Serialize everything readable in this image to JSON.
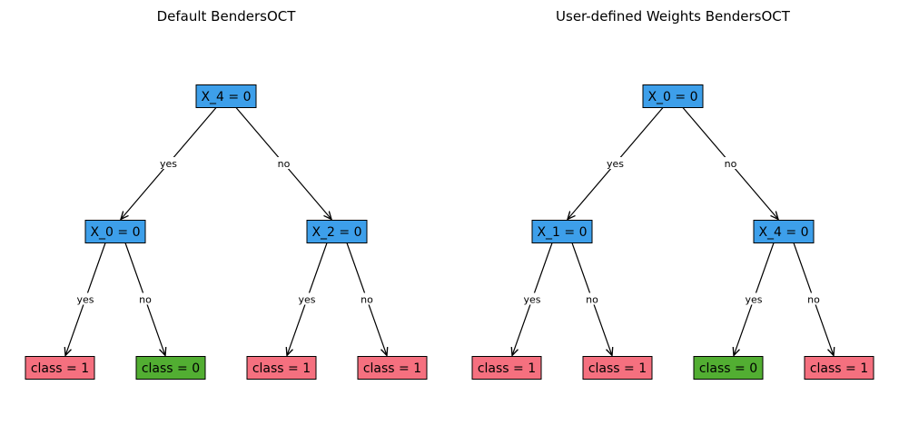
{
  "colors": {
    "split": "#3d9fea",
    "class_0": "#52ae32",
    "class_1": "#f5707f"
  },
  "trees": [
    {
      "title": "Default BendersOCT",
      "nodes": [
        {
          "id": "root",
          "label": "X_4 = 0",
          "kind": "split"
        },
        {
          "id": "left",
          "label": "X_0 = 0",
          "kind": "split"
        },
        {
          "id": "right",
          "label": "X_2 = 0",
          "kind": "split"
        },
        {
          "id": "leaf1",
          "label": "class = 1",
          "kind": "class_1"
        },
        {
          "id": "leaf2",
          "label": "class = 0",
          "kind": "class_0"
        },
        {
          "id": "leaf3",
          "label": "class = 1",
          "kind": "class_1"
        },
        {
          "id": "leaf4",
          "label": "class = 1",
          "kind": "class_1"
        }
      ],
      "edges": [
        {
          "from": "root",
          "to": "left",
          "label": "yes"
        },
        {
          "from": "root",
          "to": "right",
          "label": "no"
        },
        {
          "from": "left",
          "to": "leaf1",
          "label": "yes"
        },
        {
          "from": "left",
          "to": "leaf2",
          "label": "no"
        },
        {
          "from": "right",
          "to": "leaf3",
          "label": "yes"
        },
        {
          "from": "right",
          "to": "leaf4",
          "label": "no"
        }
      ]
    },
    {
      "title": "User-defined Weights BendersOCT",
      "nodes": [
        {
          "id": "root",
          "label": "X_0 = 0",
          "kind": "split"
        },
        {
          "id": "left",
          "label": "X_1 = 0",
          "kind": "split"
        },
        {
          "id": "right",
          "label": "X_4 = 0",
          "kind": "split"
        },
        {
          "id": "leaf1",
          "label": "class = 1",
          "kind": "class_1"
        },
        {
          "id": "leaf2",
          "label": "class = 1",
          "kind": "class_1"
        },
        {
          "id": "leaf3",
          "label": "class = 0",
          "kind": "class_0"
        },
        {
          "id": "leaf4",
          "label": "class = 1",
          "kind": "class_1"
        }
      ],
      "edges": [
        {
          "from": "root",
          "to": "left",
          "label": "yes"
        },
        {
          "from": "root",
          "to": "right",
          "label": "no"
        },
        {
          "from": "left",
          "to": "leaf1",
          "label": "yes"
        },
        {
          "from": "left",
          "to": "leaf2",
          "label": "no"
        },
        {
          "from": "right",
          "to": "leaf3",
          "label": "yes"
        },
        {
          "from": "right",
          "to": "leaf4",
          "label": "no"
        }
      ]
    }
  ]
}
